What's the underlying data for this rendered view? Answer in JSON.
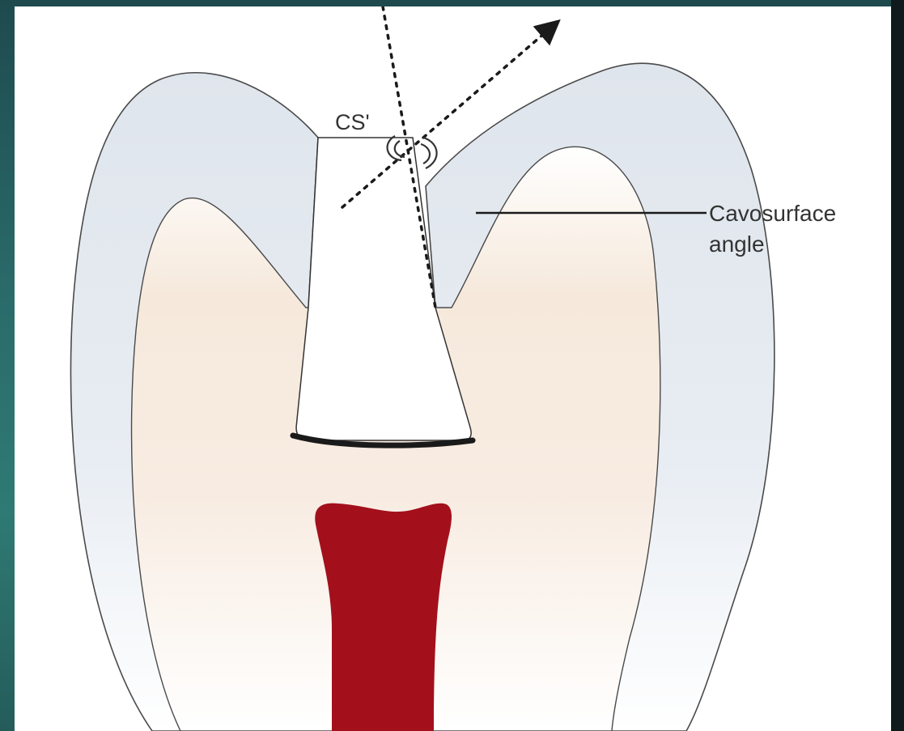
{
  "diagram": {
    "labels": {
      "cs_prime": "CS'",
      "cavosurface_line1": "Cavosurface",
      "cavosurface_line2": "angle"
    },
    "colors": {
      "background_teal": "#2a6b6a",
      "enamel": "#e6ecf2",
      "dentin": "#f7e8da",
      "pulp": "#a3101c",
      "outline": "#333333",
      "cavity_floor": "#1a1a1a"
    }
  }
}
